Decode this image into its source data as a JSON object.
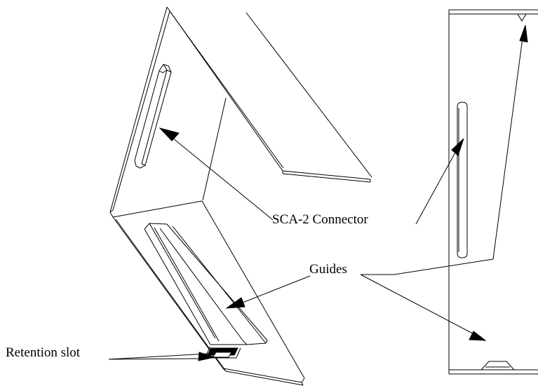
{
  "labels": {
    "sca2_connector": "SCA-2 Connector",
    "guides": "Guides",
    "retention_slot": "Retention slot"
  },
  "colors": {
    "line": "#000000",
    "background": "#ffffff"
  }
}
